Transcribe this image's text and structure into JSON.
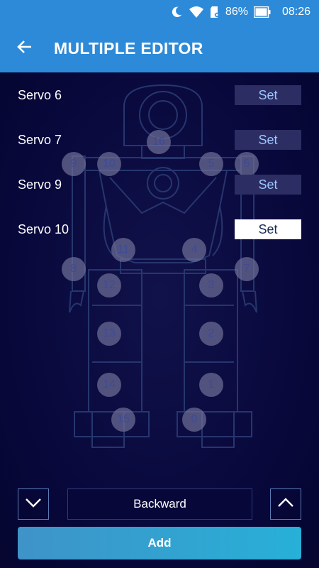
{
  "status": {
    "battery": "86%",
    "time": "08:26",
    "icons": [
      "moon-icon",
      "wifi-icon",
      "sd-card-icon",
      "battery-icon"
    ]
  },
  "header": {
    "title": "MULTIPLE EDITOR",
    "back_icon": "arrow-left-icon"
  },
  "servos": [
    {
      "label": "Servo 6",
      "button": "Set",
      "active": false
    },
    {
      "label": "Servo 7",
      "button": "Set",
      "active": false
    },
    {
      "label": "Servo 9",
      "button": "Set",
      "active": false
    },
    {
      "label": "Servo 10",
      "button": "Set",
      "active": true
    }
  ],
  "robot_servos": [
    "16",
    "9",
    "10",
    "5",
    "6",
    "11",
    "4",
    "8",
    "7",
    "12",
    "3",
    "13",
    "2",
    "14",
    "1",
    "15",
    "0"
  ],
  "controls": {
    "down_icon": "chevron-down-icon",
    "up_icon": "chevron-up-icon",
    "mode": "Backward",
    "add_label": "Add"
  },
  "colors": {
    "header": "#2d8ad8",
    "background": "#0a0a3a",
    "set_button": "#2c2e63",
    "set_button_active": "#ffffff",
    "add_gradient_start": "#3f93c8",
    "add_gradient_end": "#27b0d8"
  }
}
